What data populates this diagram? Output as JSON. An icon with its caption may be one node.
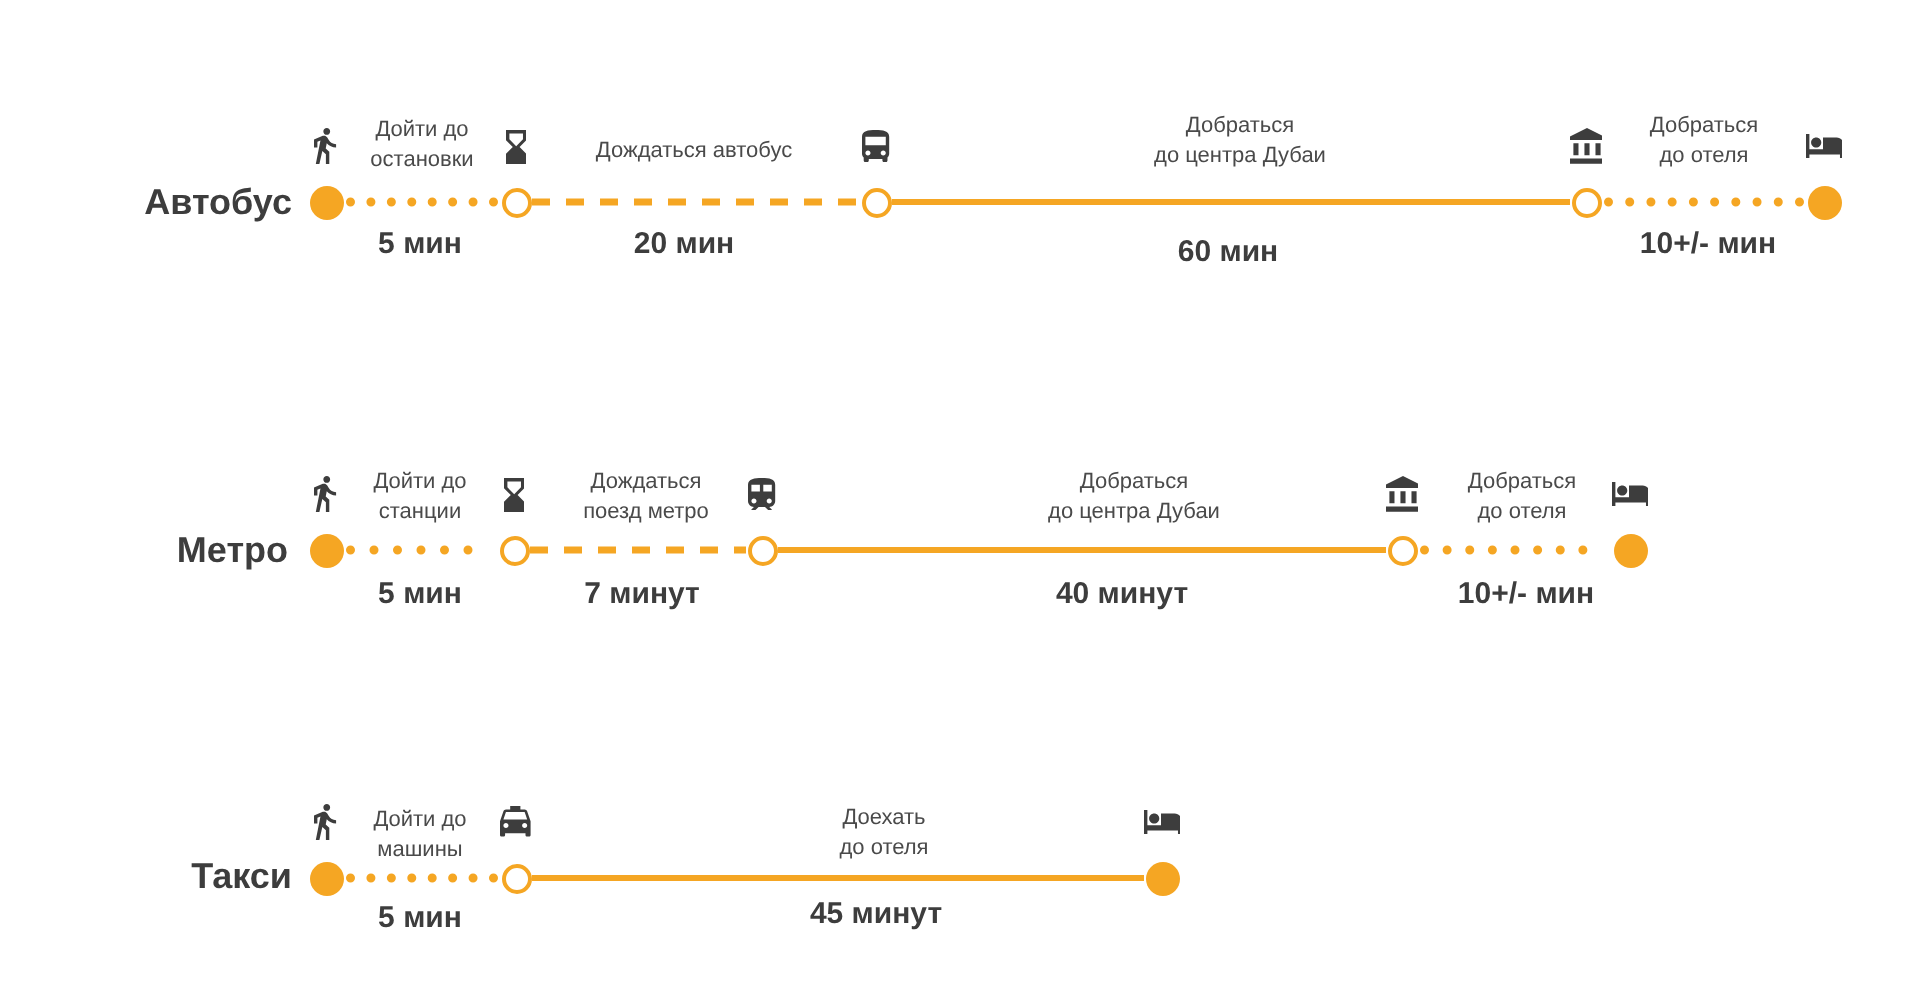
{
  "diagram": {
    "nodes": [
      {
        "text": [],
        "shape": "circle"
      },
      {
        "text": [],
        "shape": "circle"
      },
      {
        "text": [],
        "shape": "circle"
      },
      {
        "text": [],
        "shape": "circle"
      },
      {
        "text": [],
        "shape": "circle"
      },
      {
        "text": [],
        "shape": "circle"
      },
      {
        "text": [],
        "shape": "circle"
      },
      {
        "text": [],
        "shape": "circle"
      },
      {
        "text": [],
        "shape": "circle"
      },
      {
        "text": [],
        "shape": "circle"
      },
      {
        "text": [],
        "shape": "circle"
      },
      {
        "text": [],
        "shape": "circle"
      },
      {
        "text": [],
        "shape": "circle"
      }
    ],
    "edges": [
      {
        "from": 0,
        "to": 1,
        "arrow": "none",
        "label": "Дойти до остановки",
        "style": "dashed"
      },
      {
        "from": 1,
        "to": 2,
        "arrow": "none",
        "label": "Дождаться автобус",
        "style": "dashed"
      },
      {
        "from": 2,
        "to": 3,
        "arrow": "none",
        "label": "Добраться до центра Дубаи"
      },
      {
        "from": 3,
        "to": 4,
        "arrow": "none",
        "label": "Добраться до отеля",
        "style": "dashed"
      },
      {
        "from": 5,
        "to": 6,
        "arrow": "none",
        "label": "Дойти до станции",
        "style": "dashed"
      },
      {
        "from": 6,
        "to": 7,
        "arrow": "none",
        "label": "Дождаться поезд метро",
        "style": "dashed"
      },
      {
        "from": 7,
        "to": 8,
        "arrow": "none",
        "label": "Добраться до центра Дубаи"
      },
      {
        "from": 8,
        "to": 9,
        "arrow": "none",
        "label": "Добраться до отеля",
        "style": "dashed"
      },
      {
        "from": 10,
        "to": 11,
        "arrow": "none",
        "label": "Дойти до машины",
        "style": "dashed"
      },
      {
        "from": 11,
        "to": 12,
        "arrow": "none",
        "label": "Доехать до отеля"
      }
    ],
    "labels": [
      "Автобус",
      "5 мин",
      "20 мин",
      "60 мин",
      "10+/- мин",
      "Метро",
      "5 мин",
      "7 минут",
      "40 минут",
      "10+/- мин",
      "Такси",
      "5 мин",
      "45 минут"
    ]
  }
}
